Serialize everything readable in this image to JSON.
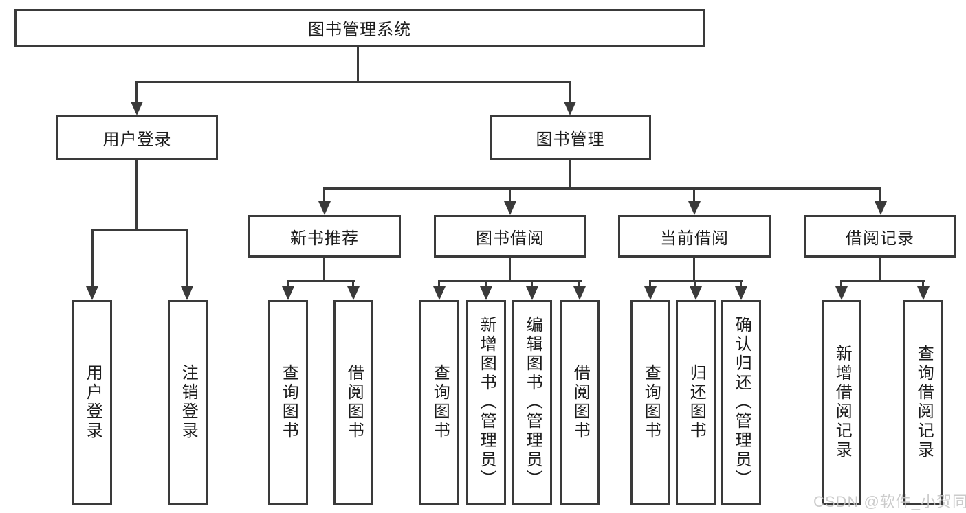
{
  "diagram_type": "hierarchy-diagram",
  "colors": {
    "line": "#3a3a3a",
    "text": "#1c1c1c",
    "background": "#ffffff",
    "watermark": "#c6c6c6"
  },
  "watermark": "CSDN @软件_小贺同学",
  "tree": {
    "root": "图书管理系统",
    "children": [
      {
        "label": "用户登录",
        "children": [
          "用户登录",
          "注销登录"
        ]
      },
      {
        "label": "图书管理",
        "children": [
          {
            "label": "新书推荐",
            "children": [
              "查询图书",
              "借阅图书"
            ]
          },
          {
            "label": "图书借阅",
            "children": [
              "查询图书",
              "新增图书（管理员）",
              "编辑图书（管理员）",
              "借阅图书"
            ]
          },
          {
            "label": "当前借阅",
            "children": [
              "查询图书",
              "归还图书",
              "确认归还（管理员）"
            ]
          },
          {
            "label": "借阅记录",
            "children": [
              "新增借阅记录",
              "查询借阅记录"
            ]
          }
        ]
      }
    ]
  }
}
